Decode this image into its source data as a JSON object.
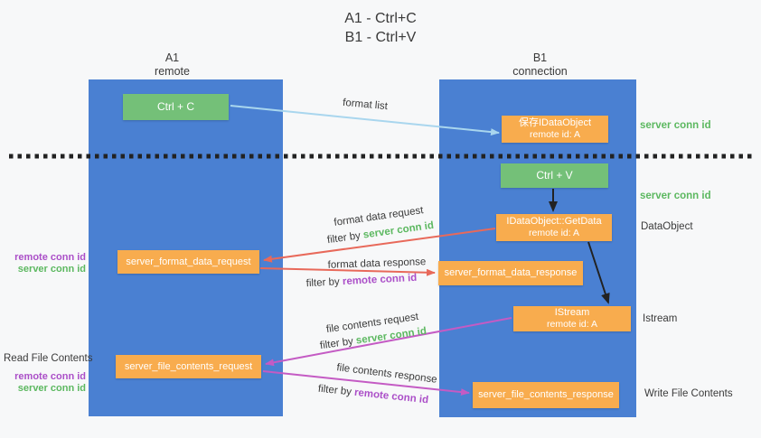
{
  "title": {
    "line1": "A1 - Ctrl+C",
    "line2": "B1 - Ctrl+V"
  },
  "columns": {
    "a": {
      "id": "A1",
      "name": "remote"
    },
    "b": {
      "id": "B1",
      "name": "connection"
    }
  },
  "nodes": {
    "ctrl_c": "Ctrl + C",
    "save_idataobject": {
      "line1": "保存IDataObject",
      "line2": "remote id: A"
    },
    "ctrl_v": "Ctrl + V",
    "getdata": {
      "line1": "IDataObject::GetData",
      "line2": "remote id: A"
    },
    "format_request": "server_format_data_request",
    "format_response": "server_format_data_response",
    "istream": {
      "line1": "IStream",
      "line2": "remote id: A"
    },
    "file_request": "server_file_contents_request",
    "file_response": "server_file_contents_response"
  },
  "flow_labels": {
    "format_list": "format list",
    "format_data_request": "format data request",
    "format_data_response": "format data response",
    "file_contents_request": "file contents request",
    "file_contents_response": "file contents response",
    "filter_by": "filter by ",
    "server_conn_id": "server conn id",
    "remote_conn_id": "remote conn id"
  },
  "side_labels": {
    "server_conn_id": "server conn id",
    "remote_conn_id": "remote conn id",
    "dataobject": "DataObject",
    "istream": "Istream",
    "read_file_contents": "Read File Contents",
    "write_file_contents": "Write File Contents"
  },
  "colors": {
    "column_blue": "#4a80d2",
    "box_orange": "#f8ac4e",
    "box_green": "#74c078",
    "accent_green": "#5cb860",
    "accent_purple": "#ab4fc8",
    "arrow_red": "#e8695a",
    "arrow_magenta": "#c45bc4",
    "arrow_blue": "#a9d6ee",
    "arrow_black": "#222222"
  }
}
